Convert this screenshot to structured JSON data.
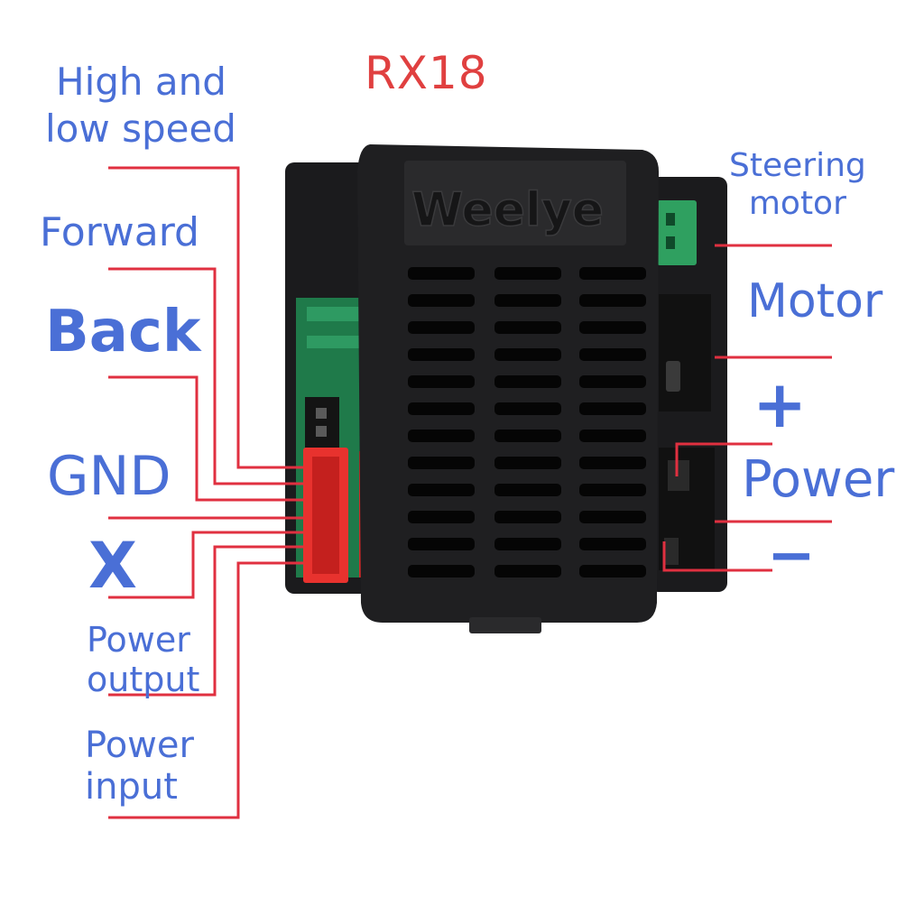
{
  "title": "RX18",
  "brand": "Weelye",
  "labels": {
    "high_low_speed_1": "High and",
    "high_low_speed_2": "low speed",
    "forward": "Forward",
    "back": "Back",
    "gnd": "GND",
    "x": "X",
    "power_output_1": "Power",
    "power_output_2": "output",
    "power_input_1": "Power",
    "power_input_2": "input",
    "steering_1": "Steering",
    "steering_2": "motor",
    "motor": "Motor",
    "plus": "+",
    "power": "Power",
    "minus": "−"
  },
  "colors": {
    "label": "#4a6fd6",
    "title": "#e04040",
    "wire": "#e03040",
    "housing": "#1e1e20",
    "pcb": "#1f7a4a",
    "connector_red": "#e8322e",
    "connector_green": "#2fa060"
  }
}
